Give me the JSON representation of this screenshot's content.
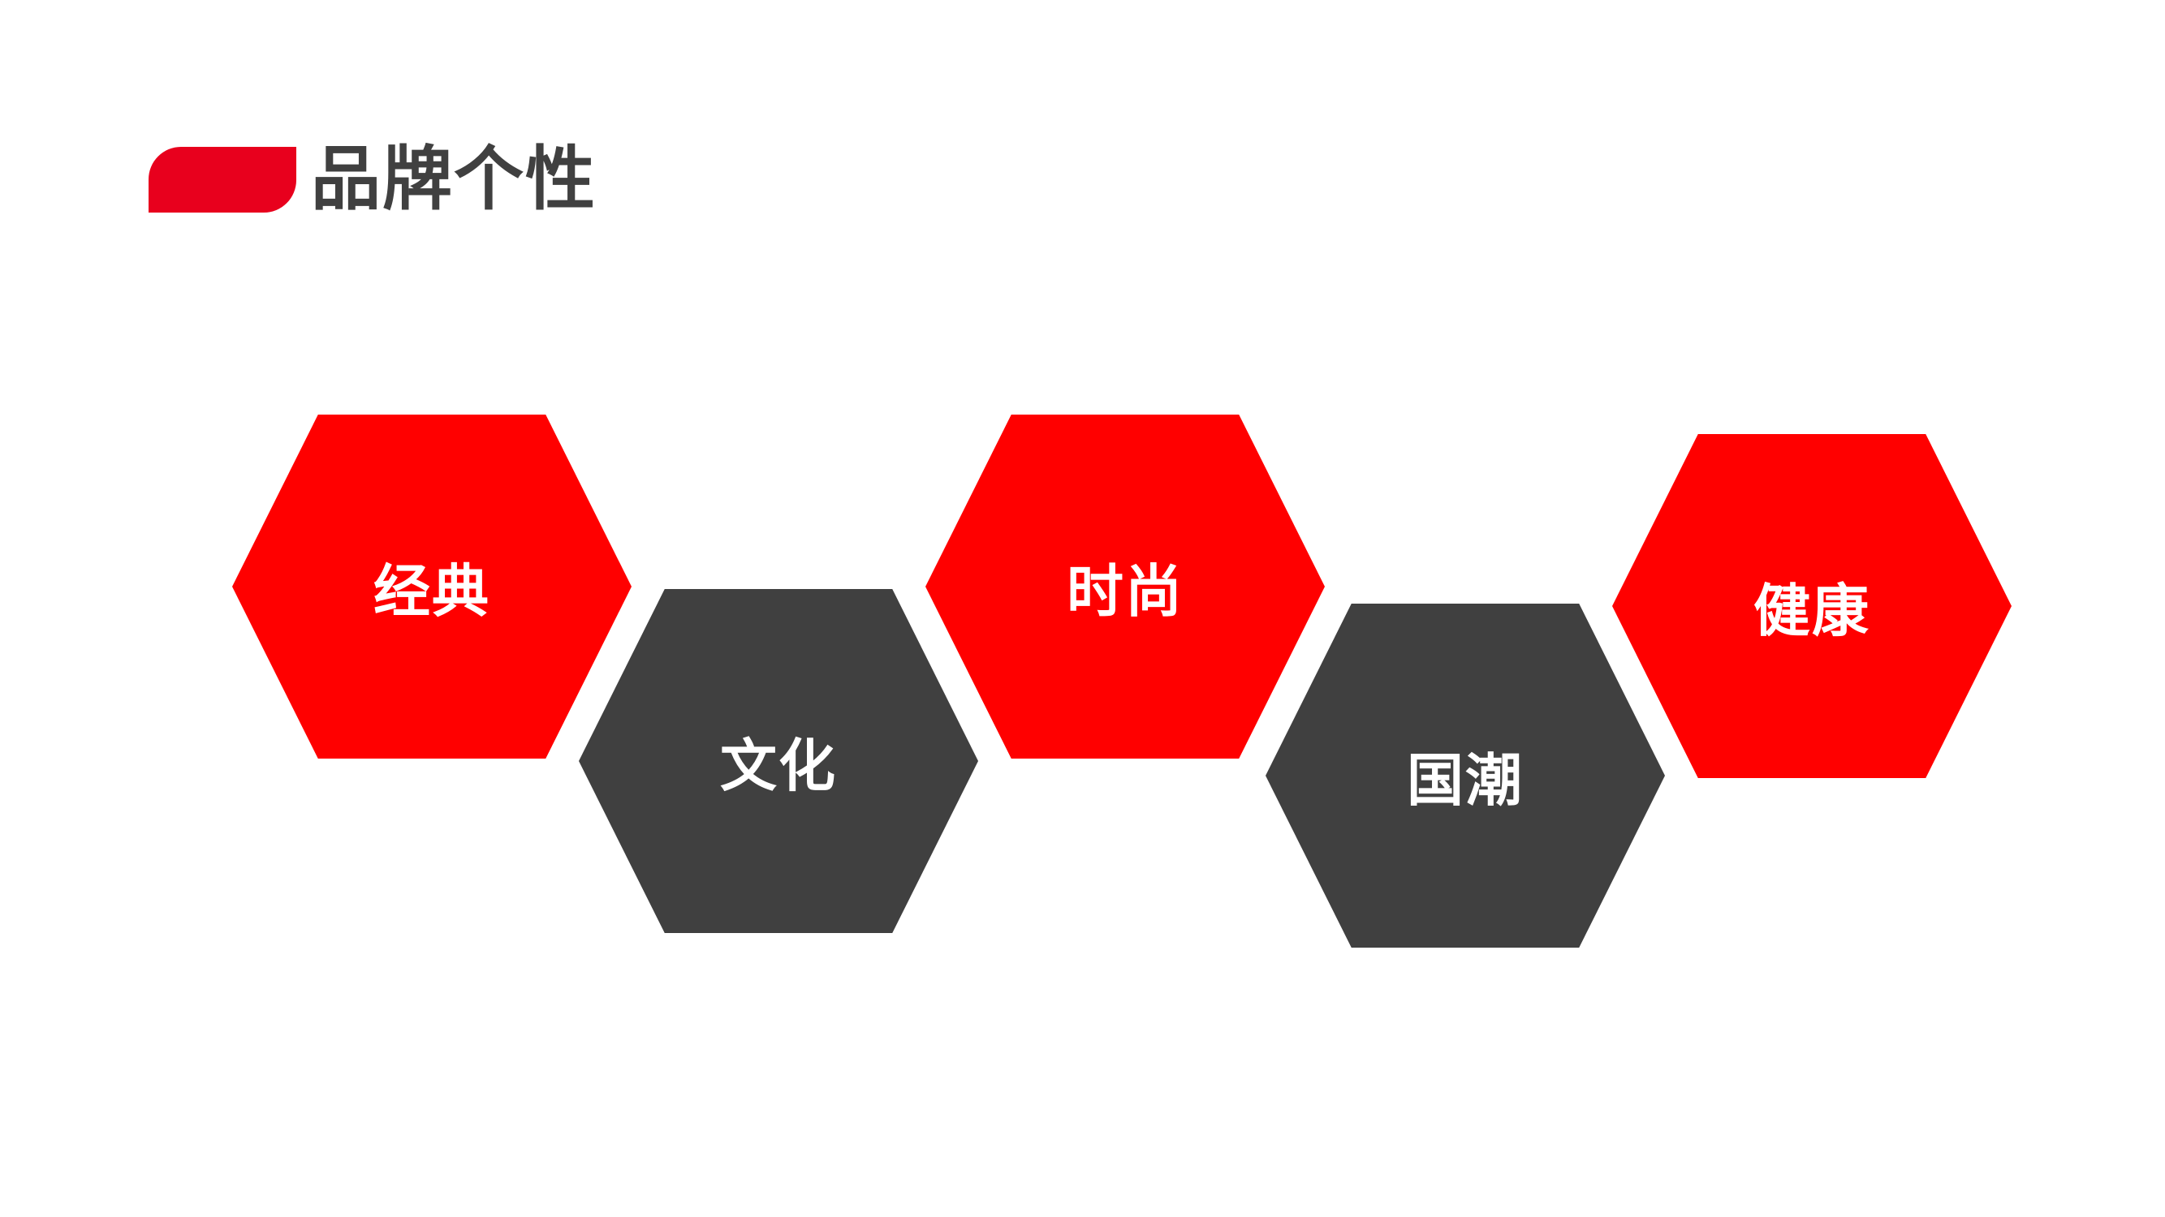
{
  "page": {
    "title": "品牌个性"
  },
  "colors": {
    "accent_red": "#ff0000",
    "title_bar_red": "#e8001d",
    "dark_gray": "#404040",
    "label_white": "#ffffff"
  },
  "traits": [
    {
      "label": "经典",
      "color": "#ff0000"
    },
    {
      "label": "文化",
      "color": "#404040"
    },
    {
      "label": "时尚",
      "color": "#ff0000"
    },
    {
      "label": "国潮",
      "color": "#404040"
    },
    {
      "label": "健康",
      "color": "#ff0000"
    }
  ]
}
